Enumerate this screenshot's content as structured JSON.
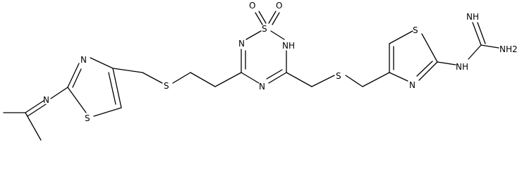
{
  "atom_labels": {
    "s_top": "S",
    "o_left": "O",
    "o_right": "O",
    "n_ring_left": "N",
    "nh_ring": "NH",
    "n_ring_bottom": "N",
    "s_chain_left": "S",
    "s_chain_right": "S",
    "thz_left_n": "N",
    "thz_left_s": "S",
    "n_imine": "N",
    "thz_right_s": "S",
    "thz_right_n": "N",
    "nh_link": "NH",
    "nh_imino": "NH",
    "nh2_amino": "NH2"
  },
  "colors": {
    "ink": "#000000",
    "background": "#ffffff"
  }
}
